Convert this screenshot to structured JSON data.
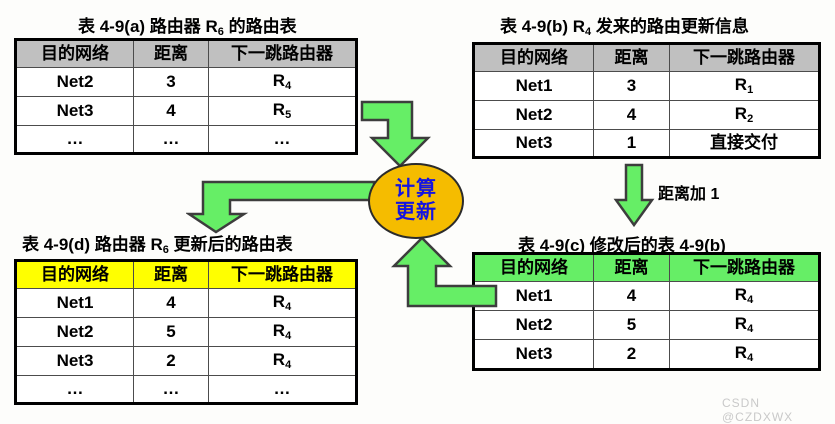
{
  "diagram": {
    "title_watermark": "CSDN @CZDXWX",
    "center_node": {
      "line1": "计算",
      "line2": "更新",
      "fill": "#f5bc00",
      "text_color": "#1414e0"
    },
    "arrow_label": "距离加 1",
    "arrow_color": "#66ee66"
  },
  "tables": {
    "a": {
      "title_prefix": "表 4-9(a)  路由器 R",
      "title_sub": "6",
      "title_suffix": " 的路由表",
      "header_color": "#c0c0c0",
      "columns": [
        "目的网络",
        "距离",
        "下一跳路由器"
      ],
      "rows": [
        {
          "net": "Net2",
          "dist": "3",
          "hop": "R",
          "hop_sub": "4"
        },
        {
          "net": "Net3",
          "dist": "4",
          "hop": "R",
          "hop_sub": "5"
        },
        {
          "net": "…",
          "dist": "…",
          "hop": "…",
          "hop_sub": ""
        }
      ]
    },
    "b": {
      "title_prefix": "表 4-9(b)  R",
      "title_sub": "4",
      "title_suffix": " 发来的路由更新信息",
      "header_color": "#c0c0c0",
      "columns": [
        "目的网络",
        "距离",
        "下一跳路由器"
      ],
      "rows": [
        {
          "net": "Net1",
          "dist": "3",
          "hop": "R",
          "hop_sub": "1"
        },
        {
          "net": "Net2",
          "dist": "4",
          "hop": "R",
          "hop_sub": "2"
        },
        {
          "net": "Net3",
          "dist": "1",
          "hop": "直接交付",
          "hop_sub": ""
        }
      ]
    },
    "c": {
      "title_prefix": "表 4-9(c)  修改后的表 4-9(b)",
      "title_sub": "",
      "title_suffix": "",
      "header_color": "#66ee66",
      "columns": [
        "目的网络",
        "距离",
        "下一跳路由器"
      ],
      "rows": [
        {
          "net": "Net1",
          "dist": "4",
          "hop": "R",
          "hop_sub": "4"
        },
        {
          "net": "Net2",
          "dist": "5",
          "hop": "R",
          "hop_sub": "4"
        },
        {
          "net": "Net3",
          "dist": "2",
          "hop": "R",
          "hop_sub": "4"
        }
      ]
    },
    "d": {
      "title_prefix": "表 4-9(d)  路由器 R",
      "title_sub": "6",
      "title_suffix": " 更新后的路由表",
      "header_color": "#ffff00",
      "columns": [
        "目的网络",
        "距离",
        "下一跳路由器"
      ],
      "rows": [
        {
          "net": "Net1",
          "dist": "4",
          "hop": "R",
          "hop_sub": "4"
        },
        {
          "net": "Net2",
          "dist": "5",
          "hop": "R",
          "hop_sub": "4"
        },
        {
          "net": "Net3",
          "dist": "2",
          "hop": "R",
          "hop_sub": "4"
        },
        {
          "net": "…",
          "dist": "…",
          "hop": "…",
          "hop_sub": ""
        }
      ]
    }
  }
}
